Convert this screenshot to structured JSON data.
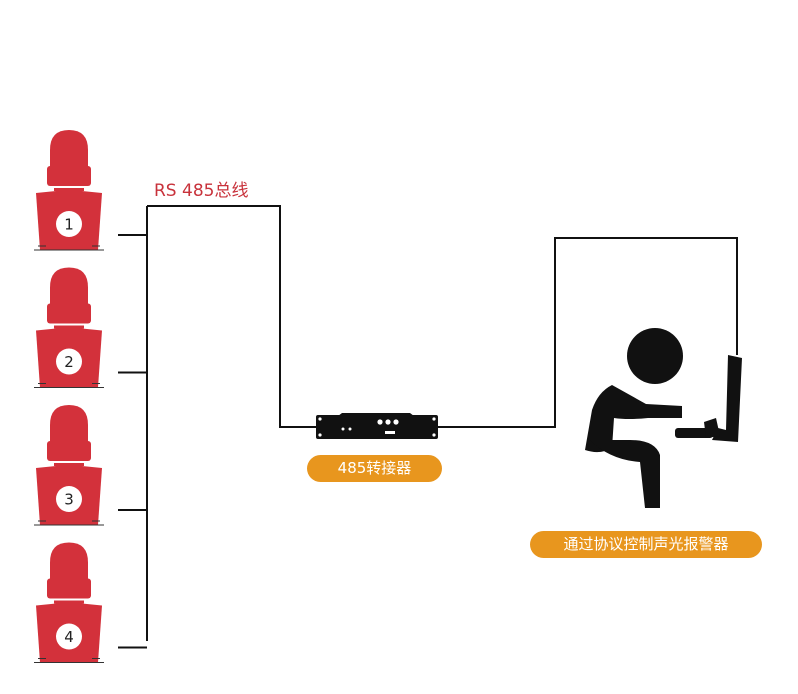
{
  "bus_label": "RS 485总线",
  "alarms": [
    {
      "number": "1"
    },
    {
      "number": "2"
    },
    {
      "number": "3"
    },
    {
      "number": "4"
    }
  ],
  "converter_label": "485转接器",
  "operator_label": "通过协议控制声光报警器",
  "colors": {
    "alarm": "#d3313b",
    "label_bg": "#e8961e",
    "line": "#111111",
    "bus_text": "#c8323b"
  }
}
